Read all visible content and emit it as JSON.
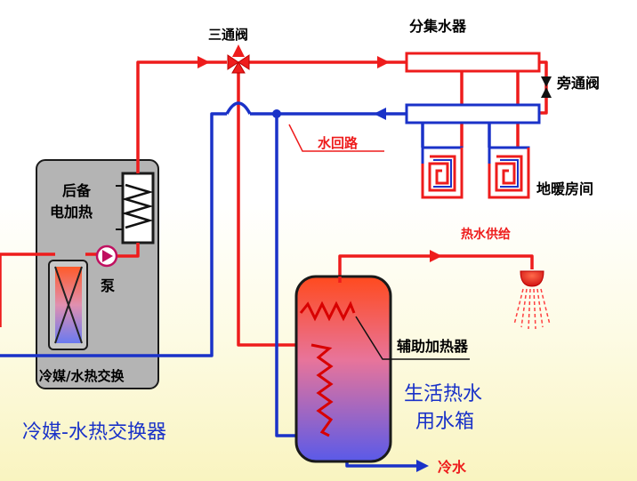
{
  "labels": {
    "three_way_valve": "三通阀",
    "manifold": "分集水器",
    "bypass_valve": "旁通阀",
    "return_water": "水回路",
    "floor_heating_room": "地暖房间",
    "backup_heater_line1": "后备",
    "backup_heater_line2": "电加热",
    "pump": "泵",
    "exchanger_box": "冷媒/水热交换",
    "exchanger_title": "冷媒-水热交换器",
    "hot_water_supply": "热水供给",
    "aux_heater": "辅助加热器",
    "tank_line1": "生活热水",
    "tank_line2": "用水箱",
    "cold_water": "冷水"
  },
  "colors": {
    "hot_pipe": "#ee1c1c",
    "cold_pipe": "#1a32c8",
    "unit_body": "#b4b4b4",
    "title_blue": "#1a32c8"
  }
}
